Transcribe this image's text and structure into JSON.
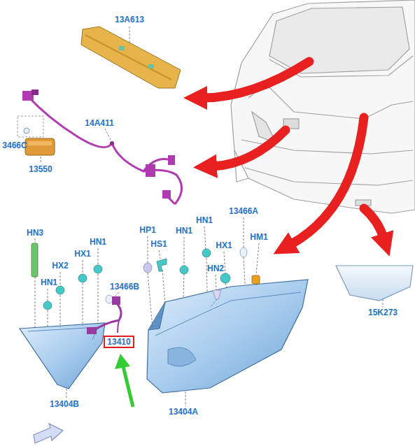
{
  "diagram": {
    "nodes": [
      {
        "text": [
          "13410"
        ]
      }
    ],
    "labels": [
      "13A613",
      "14A411",
      "3466C",
      "13550",
      "HN3",
      "HP1",
      "HN1",
      "HN1",
      "13466A",
      "HS1",
      "HX1",
      "HM1",
      "HX2",
      "HX1",
      "HN1",
      "HN2",
      "HN1",
      "13466B",
      "15K273",
      "13404B",
      "13404A"
    ]
  }
}
